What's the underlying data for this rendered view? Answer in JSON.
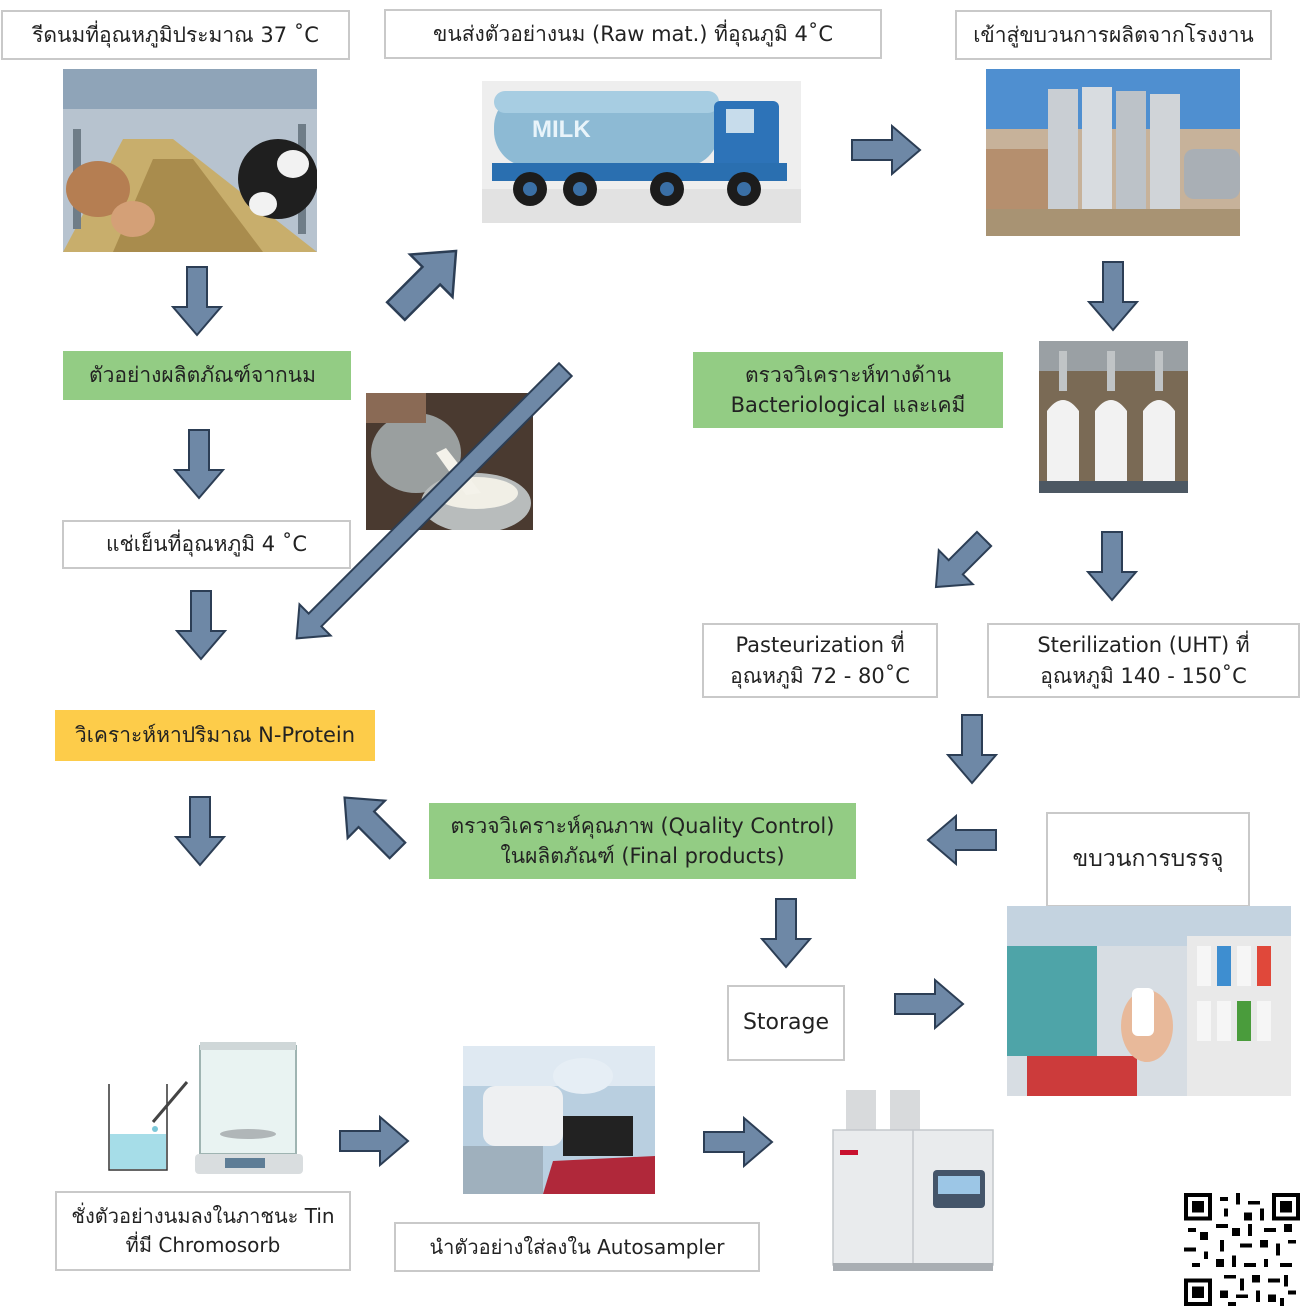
{
  "colors": {
    "green_box": "#93cc84",
    "yellow_box": "#fdcc4a",
    "arrow_fill": "#6e88a6",
    "arrow_stroke": "#2c3e55"
  },
  "boxes": {
    "milking": "รีดนมที่อุณหภูมิประมาณ 37 ˚C",
    "transport": "ขนส่งตัวอย่างนม (Raw mat.) ที่อุณภูมิ 4˚C",
    "factory": "เข้าสู่ขบวนการผลิตจากโรงงาน",
    "dairy_sample": "ตัวอย่างผลิตภัณฑ์จากนม",
    "bacterio_line1": "ตรวจวิเคราะห์ทางด้าน",
    "bacterio_line2": "Bacteriological และเคมี",
    "chill": "แช่เย็นที่อุณหภูมิ 4 ˚C",
    "pasteur_line1": "Pasteurization ที่",
    "pasteur_line2": "อุณหภูมิ 72 - 80˚C",
    "steril_line1": "Sterilization (UHT) ที่",
    "steril_line2": "อุณหภูมิ 140 - 150˚C",
    "nprotein": "วิเคราะห์หาปริมาณ N-Protein",
    "qc_line1": "ตรวจวิเคราะห์คุณภาพ (Quality Control)",
    "qc_line2": "ในผลิตภัณฑ์ (Final products)",
    "packaging": "ขบวนการบรรจุ",
    "storage": "Storage",
    "weigh_line1": "ชั่งตัวอย่างนมลงในภาชนะ Tin",
    "weigh_line2": "ที่มี Chromosorb",
    "autosampler": "นำตัวอย่างใส่ลงใน Autosampler"
  },
  "images": {
    "truck_label": "MILK"
  }
}
